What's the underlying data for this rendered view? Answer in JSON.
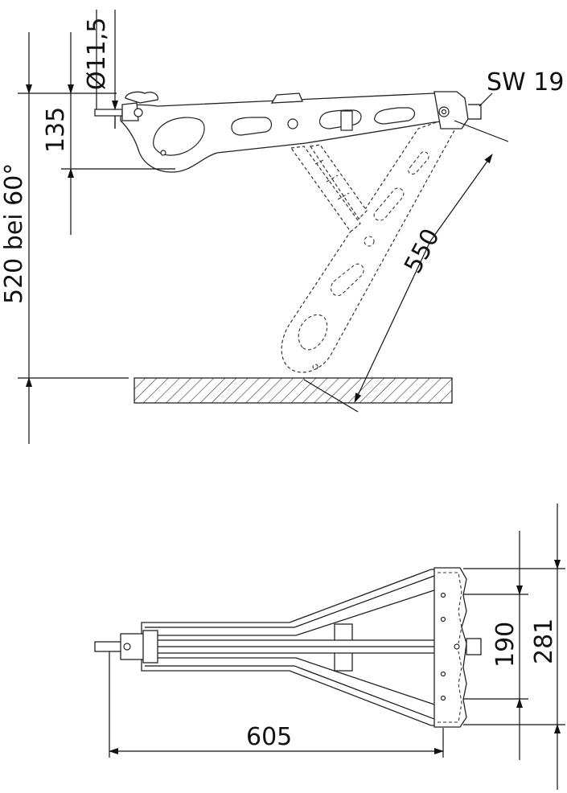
{
  "dimensions": {
    "height_total": "520 bei 60°",
    "diameter": "Ø11,5",
    "offset_135": "135",
    "wrench": "SW 19",
    "diagonal_550": "550",
    "width_190": "190",
    "width_281": "281",
    "length_605": "605"
  }
}
